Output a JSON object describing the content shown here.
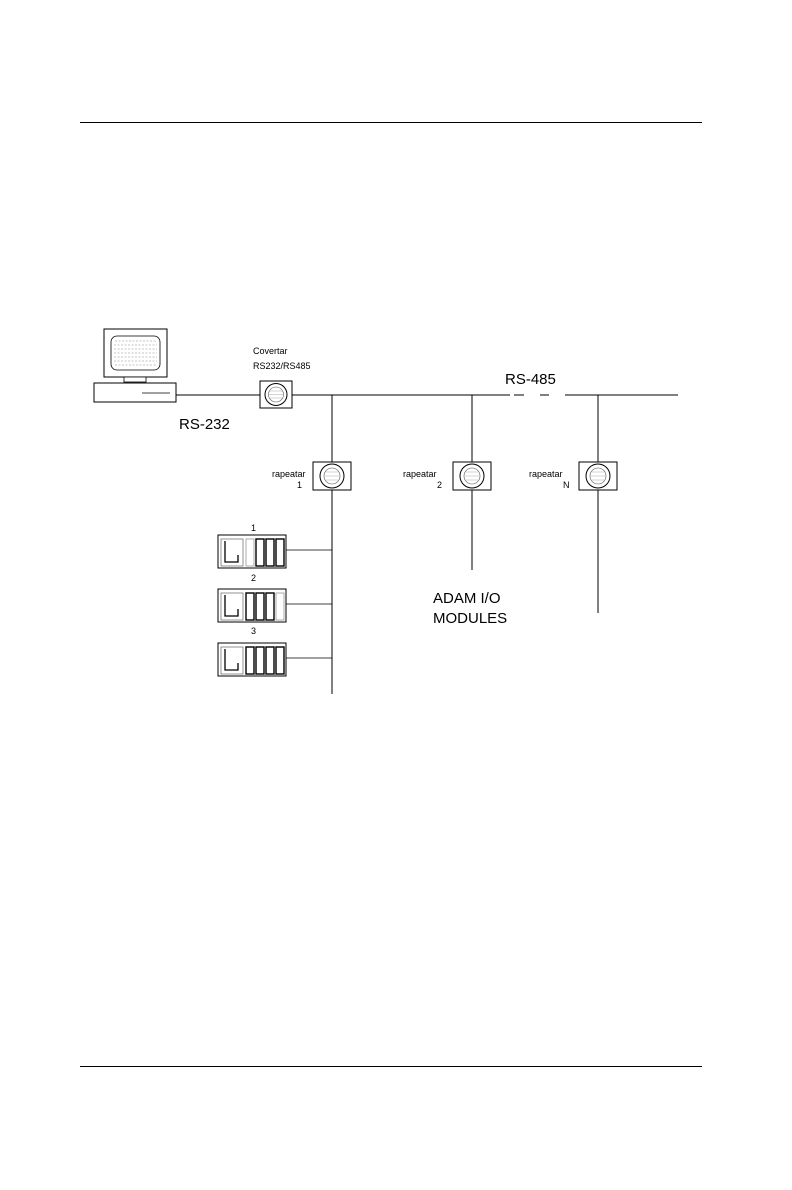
{
  "diagram": {
    "converter_label_line1": "Covertar",
    "converter_label_line2": "RS232/RS485",
    "rs232_label": "RS-232",
    "rs485_label": "RS-485",
    "repeaters": [
      {
        "label": "rapeatar",
        "index": "1"
      },
      {
        "label": "rapeatar",
        "index": "2"
      },
      {
        "label": "rapeatar",
        "index": "N"
      }
    ],
    "module_groups": [
      {
        "number": "1"
      },
      {
        "number": "2"
      },
      {
        "number": "3"
      }
    ],
    "adam_label_line1": "ADAM I/O",
    "adam_label_line2": "MODULES"
  }
}
